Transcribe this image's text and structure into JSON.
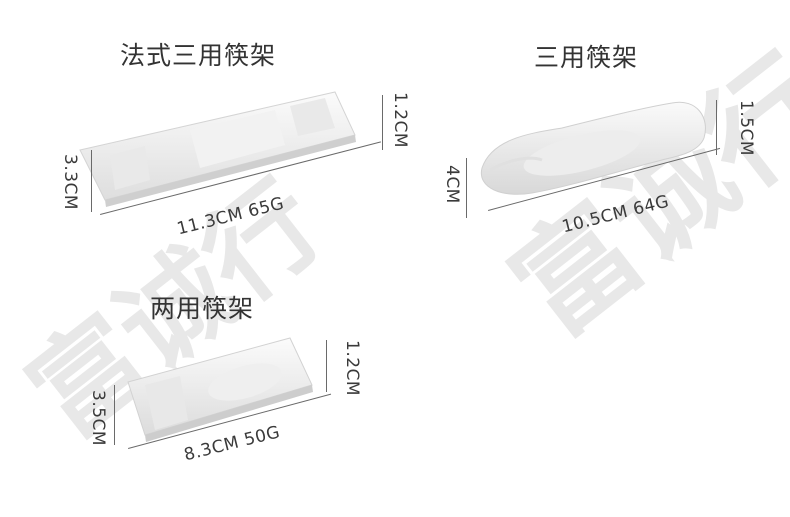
{
  "products": [
    {
      "title": "法式三用筷架",
      "length_weight": "11.3CM 65G",
      "height": "1.2CM",
      "width": "3.3CM"
    },
    {
      "title": "三用筷架",
      "length_weight": "10.5CM 64G",
      "height": "1.5CM",
      "width": "4CM"
    },
    {
      "title": "两用筷架",
      "length_weight": "8.3CM 50G",
      "height": "1.2CM",
      "width": "3.5CM"
    }
  ],
  "watermark": {
    "text": "富诚行"
  }
}
